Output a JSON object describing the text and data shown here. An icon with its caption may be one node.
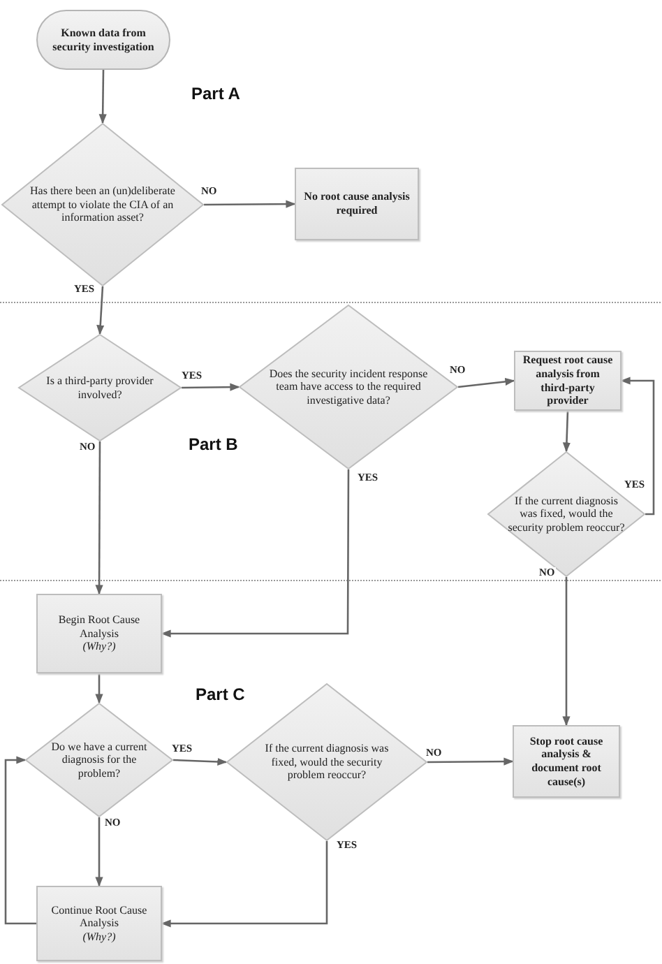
{
  "diagram": {
    "nodes": [
      {
        "text": [
          "Known data from security investigation"
        ]
      },
      {
        "text": [
          "Has there been an (un)deliberate attempt to violate the CIA of an information asset?"
        ]
      },
      {
        "text": [
          "No root cause analysis required"
        ]
      },
      {
        "text": [
          "Is a third-party provider involved?"
        ]
      },
      {
        "text": [
          "Does the security incident response team have access to the required investigative data?"
        ]
      },
      {
        "text": [
          "Request root cause analysis from third-party provider"
        ]
      },
      {
        "text": [
          "If the current diagnosis was fixed, would the security problem reoccur?"
        ]
      },
      {
        "text": [
          "Begin Root Cause Analysis",
          "(Why?)"
        ]
      },
      {
        "text": [
          "Do we have a current diagnosis for the problem?"
        ]
      },
      {
        "text": [
          "If the current diagnosis was fixed, would the security problem reoccur?"
        ]
      },
      {
        "text": [
          "Stop root cause analysis & document root cause(s)"
        ]
      },
      {
        "text": [
          "Continue Root Cause Analysis",
          "(Why?)"
        ]
      }
    ],
    "edges": [
      {
        "from": 0,
        "to": 1,
        "arrow": "to"
      },
      {
        "from": 1,
        "to": 2,
        "arrow": "to",
        "label": "NO"
      },
      {
        "from": 1,
        "to": 3,
        "arrow": "to",
        "label": "YES"
      },
      {
        "from": 3,
        "to": 4,
        "arrow": "to",
        "label": "YES"
      },
      {
        "from": 4,
        "to": 5,
        "arrow": "to",
        "label": "NO"
      },
      {
        "from": 3,
        "to": 7,
        "arrow": "to",
        "label": "NO"
      },
      {
        "from": 4,
        "to": 7,
        "arrow": "to",
        "label": "YES"
      },
      {
        "from": 5,
        "to": 6,
        "arrow": "to"
      },
      {
        "from": 6,
        "to": 5,
        "arrow": "to",
        "label": "YES"
      },
      {
        "from": 6,
        "to": 10,
        "arrow": "to",
        "label": "NO"
      },
      {
        "from": 7,
        "to": 8,
        "arrow": "to"
      },
      {
        "from": 8,
        "to": 9,
        "arrow": "to",
        "label": "YES"
      },
      {
        "from": 9,
        "to": 10,
        "arrow": "to",
        "label": "NO"
      },
      {
        "from": 8,
        "to": 11,
        "arrow": "to",
        "label": "NO"
      },
      {
        "from": 9,
        "to": 11,
        "arrow": "to",
        "label": "YES"
      },
      {
        "from": 11,
        "to": 8,
        "arrow": "to"
      }
    ],
    "labels": [
      "Part A",
      "Part B",
      "Part C"
    ]
  }
}
